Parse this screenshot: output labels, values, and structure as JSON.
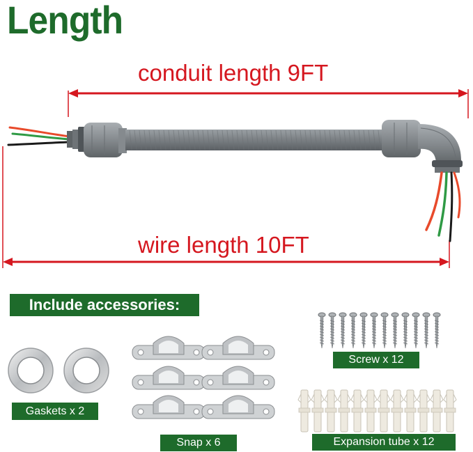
{
  "title": "Length",
  "conduit_label": "conduit length 9FT",
  "wire_label": "wire length 10FT",
  "accessories_title": "Include accessories:",
  "accessories": {
    "gaskets": "Gaskets  x 2",
    "snap": "Snap x 6",
    "screw": "Screw  x 12",
    "expansion": "Expansion tube x 12"
  },
  "colors": {
    "brand_green": "#1e6b2b",
    "dimension_red": "#d5171f",
    "conduit_gray": "#7d8286"
  }
}
